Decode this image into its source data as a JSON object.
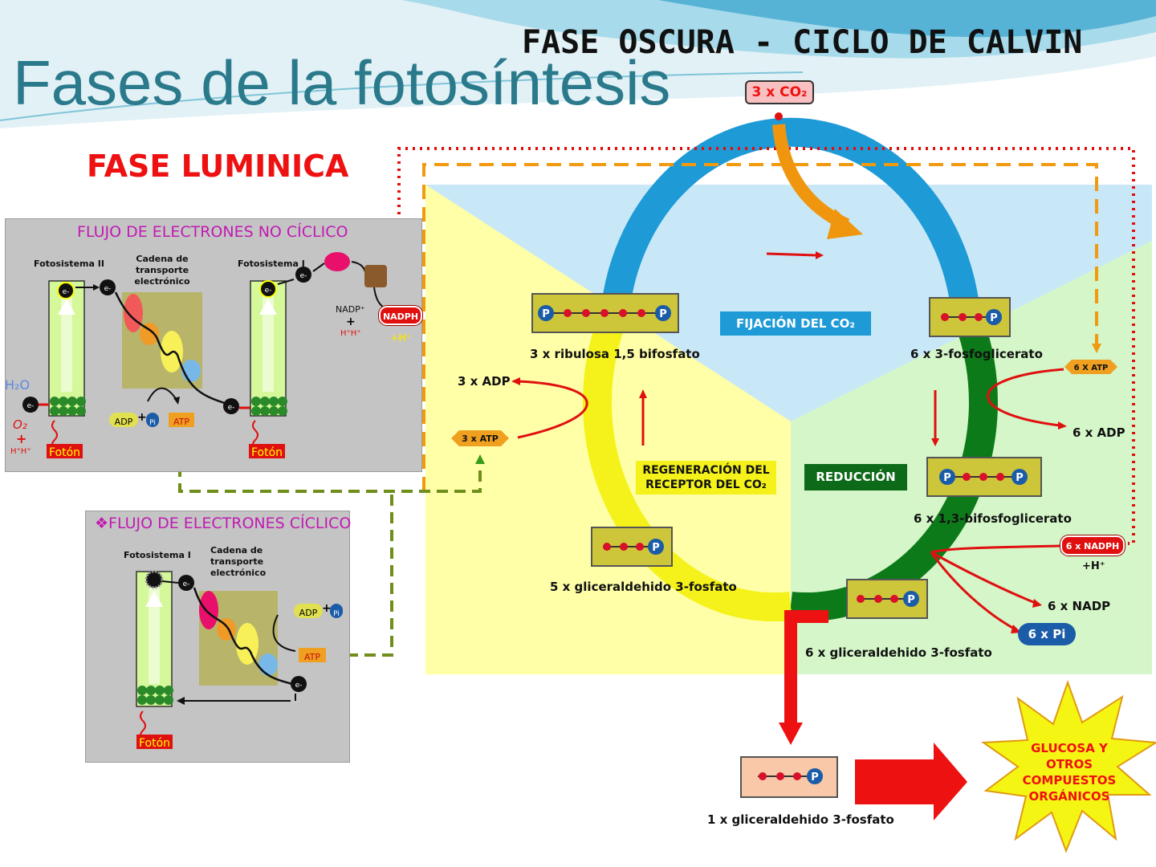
{
  "header": {
    "title": "Fases de la fotosíntesis",
    "fase_oscura": "FASE OSCURA - CICLO DE CALVIN",
    "fase_luminica": "FASE LUMINICA"
  },
  "no_ciclico": {
    "title": "FLUJO DE ELECTRONES NO CÍCLICO",
    "ps2": "Fotosistema II",
    "cadena": "Cadena de transporte electrónico",
    "ps1": "Fotosistema I",
    "h2o": "H₂O",
    "o2": "O₂",
    "plus": "+",
    "hh": "H⁺H⁺",
    "foton": "Fotón",
    "adp": "ADP",
    "pi": "Pi",
    "atp": "ATP",
    "nadp": "NADP⁺",
    "nadph": "NADPH",
    "hplus": "+H⁺",
    "electron": "e-"
  },
  "ciclico": {
    "title": "❖FLUJO DE ELECTRONES CÍCLICO",
    "ps1": "Fotosistema I",
    "cadena": "Cadena de transporte electrónico",
    "adp": "ADP",
    "pi": "Pi",
    "atp": "ATP",
    "foton": "Fotón"
  },
  "calvin": {
    "co2_input": "3 x CO₂",
    "fijacion": "FIJACIÓN DEL CO₂",
    "reduccion": "REDUCCIÓN",
    "regeneracion": "REGENERACIÓN DEL RECEPTOR DEL CO₂",
    "ribulosa": "3 x ribulosa 1,5 bifosfato",
    "fosfoglicerato": "6 x 3-fosfoglicerato",
    "bifosfoglicerato": "6 x 1,3-bifosfoglicerato",
    "gliceraldehido6": "6 x gliceraldehido 3-fosfato",
    "gliceraldehido5": "5 x gliceraldehido 3-fosfato",
    "gliceraldehido1": "1 x gliceraldehido 3-fosfato",
    "adp3": "3 x ADP",
    "atp3": "3 x ATP",
    "atp6": "6 X ATP",
    "adp6": "6 x ADP",
    "nadph6": "6 x NADPH",
    "hplus": "+H⁺",
    "nadp6": "6 x NADP",
    "pi6": "6 x Pi",
    "glucosa": "GLUCOSA Y OTROS COMPUESTOS ORGÁNICOS",
    "p": "P"
  },
  "colors": {
    "title": "#2a7a8c",
    "red": "#ee1111",
    "blue_arc": "#1e9ad6",
    "green_arc": "#0d7a1a",
    "yellow_arc": "#f4f21a"
  }
}
